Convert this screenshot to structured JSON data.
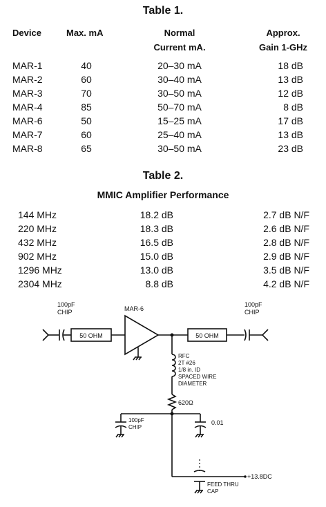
{
  "table1": {
    "title": "Table 1.",
    "headers": {
      "device": "Device",
      "max_ma": "Max. mA",
      "normal_line1": "Normal",
      "normal_line2": "Current mA.",
      "gain_line1": "Approx.",
      "gain_line2": "Gain 1-GHz"
    },
    "rows": [
      {
        "device": "MAR-1",
        "max": "40",
        "normal": "20–30 mA",
        "gain": "18 dB"
      },
      {
        "device": "MAR-2",
        "max": "60",
        "normal": "30–40 mA",
        "gain": "13 dB"
      },
      {
        "device": "MAR-3",
        "max": "70",
        "normal": "30–50 mA",
        "gain": "12 dB"
      },
      {
        "device": "MAR-4",
        "max": "85",
        "normal": "50–70 mA",
        "gain": "8 dB"
      },
      {
        "device": "MAR-6",
        "max": "50",
        "normal": "15–25 mA",
        "gain": "17 dB"
      },
      {
        "device": "MAR-7",
        "max": "60",
        "normal": "25–40 mA",
        "gain": "13 dB"
      },
      {
        "device": "MAR-8",
        "max": "65",
        "normal": "30–50 mA",
        "gain": "23 dB"
      }
    ]
  },
  "table2": {
    "title": "Table 2.",
    "subtitle": "MMIC Amplifier Performance",
    "rows": [
      {
        "freq": "144 MHz",
        "gain": "18.2 dB",
        "nf": "2.7 dB N/F"
      },
      {
        "freq": "220 MHz",
        "gain": "18.3 dB",
        "nf": "2.6 dB N/F"
      },
      {
        "freq": "432 MHz",
        "gain": "16.5 dB",
        "nf": "2.8 dB N/F"
      },
      {
        "freq": "902 MHz",
        "gain": "15.0 dB",
        "nf": "2.9 dB N/F"
      },
      {
        "freq": "1296 MHz",
        "gain": "13.0 dB",
        "nf": "3.5 dB N/F"
      },
      {
        "freq": "2304 MHz",
        "gain": "8.8 dB",
        "nf": "4.2 dB N/F"
      }
    ]
  },
  "schematic": {
    "cap_in_value": "100pF",
    "cap_in_type": "CHIP",
    "line_in": "50 OHM",
    "amp": "MAR-6",
    "line_out": "50 OHM",
    "cap_out_value": "100pF",
    "cap_out_type": "CHIP",
    "rfc_1": "RFC",
    "rfc_2": "2T  #26",
    "rfc_3": "1/8 in. ID",
    "rfc_4": "SPACED WIRE",
    "rfc_5": "DIAMETER",
    "resistor": "620Ω",
    "bypass_value": "100pF",
    "bypass_type": "CHIP",
    "cap_small": "0.01",
    "feedthru_1": "FEED THRU",
    "feedthru_2": "CAP",
    "supply": "+13.8DC"
  }
}
